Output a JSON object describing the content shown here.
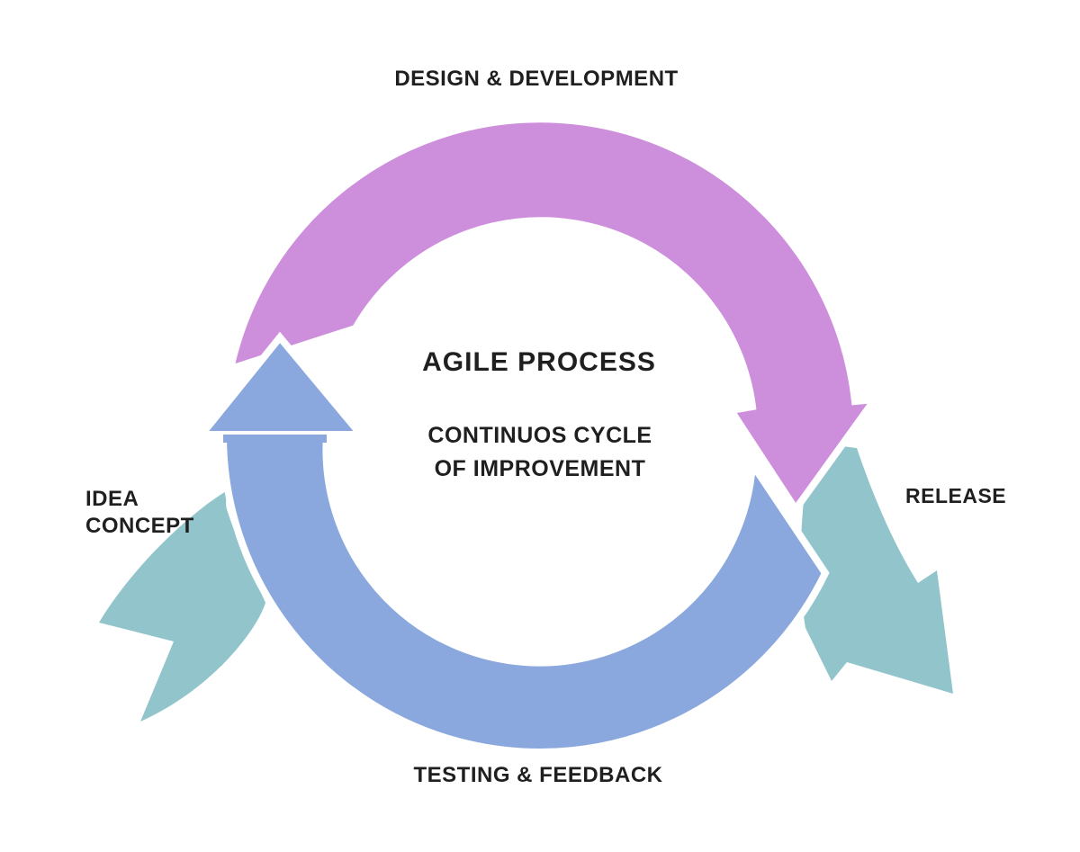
{
  "diagram": {
    "center_title": "AGILE PROCESS",
    "center_subtitle_line1": "CONTINUOS CYCLE",
    "center_subtitle_line2": "OF IMPROVEMENT",
    "label_top": "DESIGN & DEVELOPMENT",
    "label_bottom": "TESTING & FEEDBACK",
    "label_left_line1": "IDEA",
    "label_left_line2": "CONCEPT",
    "label_right": "RELEASE",
    "colors": {
      "top_arc": "#cd8fdc",
      "bottom_arc": "#8aa8dd",
      "side_arrows": "#92c5cb",
      "text": "#1f1f1f",
      "background": "#ffffff"
    }
  }
}
